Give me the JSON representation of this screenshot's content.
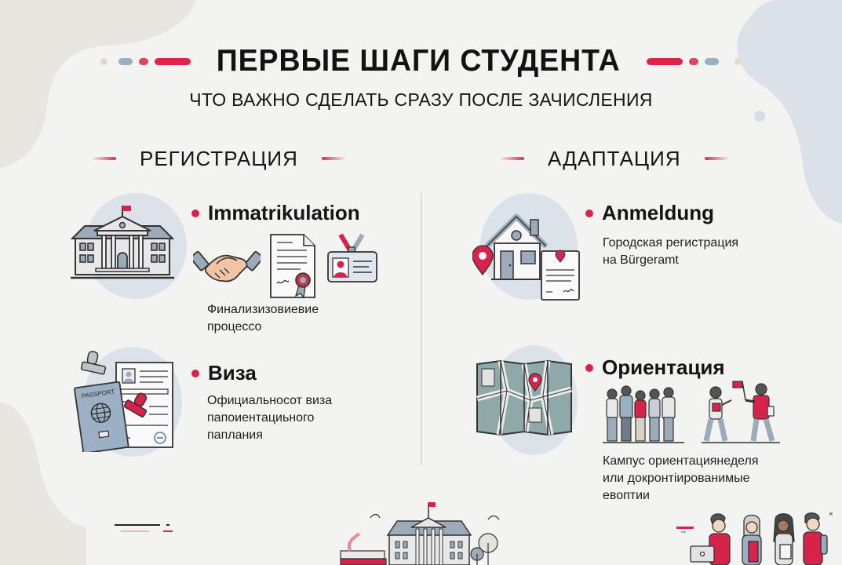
{
  "header": {
    "title": "ПЕРВЫЕ ШАГИ СТУДЕНТА",
    "subtitle": "ЧТО ВАЖНО СДЕЛАТЬ СРАЗУ ПОСЛЕ ЗАЧИСЛЕНИЯ"
  },
  "colors": {
    "accent_red": "#e0234b",
    "soft_red": "#d9485e",
    "slate_blue": "#9aafc4",
    "beige": "#dcd7cf",
    "background": "#f3f3f2",
    "icon_blob": "#dbe2ea",
    "icon_gray": "#9cabb9"
  },
  "sections": {
    "registration": {
      "heading": "РЕГИСТРАЦИЯ",
      "items": [
        {
          "title": "Immatrikulation",
          "description_lines": [
            "Финализизовиевие",
            "процессо"
          ],
          "icons": [
            "university-building-icon",
            "handshake-icon",
            "certificate-document-icon",
            "student-id-badge-icon"
          ]
        },
        {
          "title": "Виза",
          "description_lines": [
            "Официальносот виза",
            "папоиентациьного",
            "паплания"
          ],
          "icons": [
            "passport-icon",
            "stamp-icon",
            "visa-application-document-icon"
          ],
          "passport_label": "PASSPORT"
        }
      ]
    },
    "adaptation": {
      "heading": "АДАПТАЦИЯ",
      "items": [
        {
          "title": "Anmeldung",
          "description_lines": [
            "Городская регистрация",
            "на Bürgeramt"
          ],
          "icons": [
            "house-icon",
            "location-pin-icon",
            "registration-form-icon"
          ]
        },
        {
          "title": "Ориентация",
          "description_lines": [
            "Кампус ориентациянеделя",
            "или докронтiированимые",
            "евоптии"
          ],
          "icons": [
            "city-map-icon",
            "student-group-icon",
            "tour-guide-with-flag-icon"
          ]
        }
      ]
    }
  },
  "footer": {
    "icons": [
      "university-with-books-icon",
      "students-group-icon"
    ],
    "close_glyph": "×"
  }
}
